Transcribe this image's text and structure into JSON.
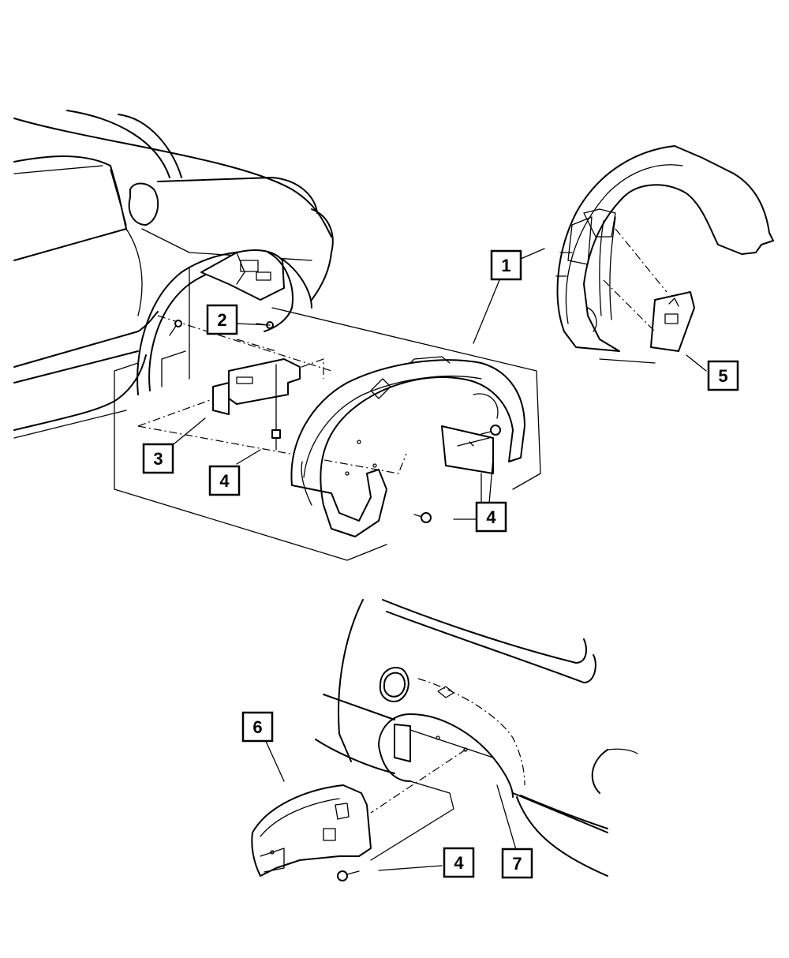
{
  "callouts": {
    "c1": "1",
    "c2": "2",
    "c3": "3",
    "c4a": "4",
    "c4b": "4",
    "c5": "5",
    "c6": "6",
    "c4c": "4",
    "c7": "7"
  },
  "diagram": {
    "line_color": "#000000",
    "background": "#ffffff"
  }
}
